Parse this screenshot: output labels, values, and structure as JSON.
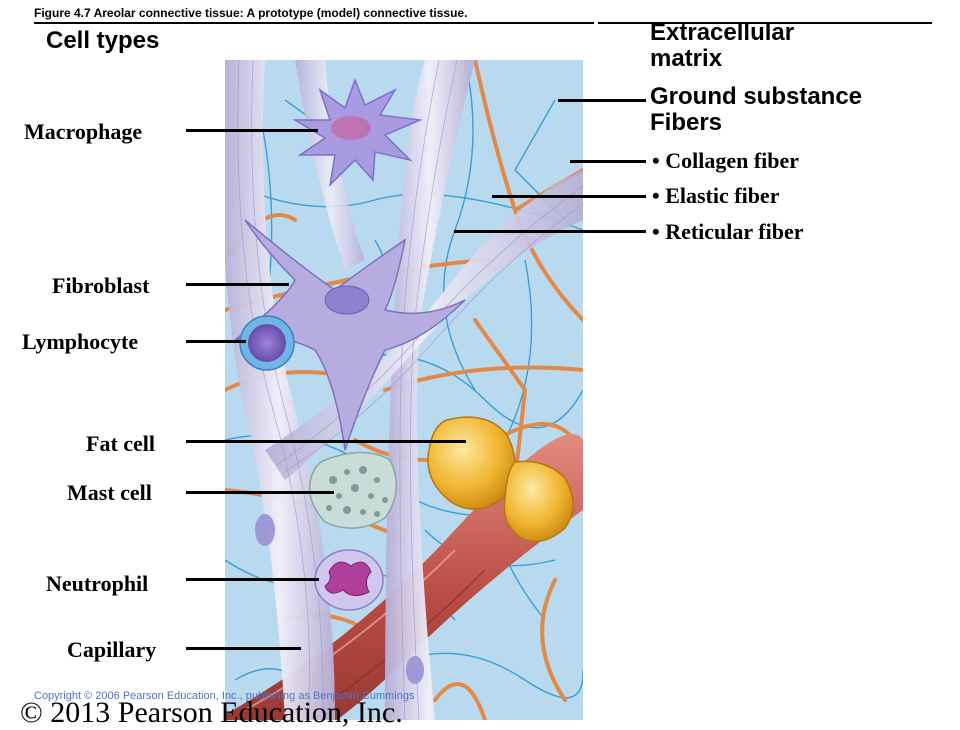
{
  "figure_title": "Figure 4.7  Areolar connective tissue: A prototype (model) connective tissue.",
  "left_heading": "Cell types",
  "right_heading_line1": "Extracellular",
  "right_heading_line2": "matrix",
  "right_subheading_ground": "Ground substance",
  "right_subheading_fibers": "Fibers",
  "cell_labels": {
    "macrophage": "Macrophage",
    "fibroblast": "Fibroblast",
    "lymphocyte": "Lymphocyte",
    "fat_cell": "Fat cell",
    "mast_cell": "Mast cell",
    "neutrophil": "Neutrophil",
    "capillary": "Capillary"
  },
  "fiber_labels": {
    "collagen": "• Collagen fiber",
    "elastic": "• Elastic fiber",
    "reticular": "• Reticular fiber"
  },
  "copyright_small": "Copyright © 2006 Pearson Education, Inc., publishing as Benjamin Cummings",
  "copyright_large": "© 2013 Pearson Education, Inc.",
  "colors": {
    "background_tissue": "#b9d9ee",
    "collagen": "#e0dcef",
    "elastic": "#e08a4a",
    "reticular": "#3a9fd6",
    "macrophage": "#a89be0",
    "fat_cell": "#f0b630",
    "capillary": "#c0574e",
    "mast_cell": "#c9dcd8",
    "neutrophil": "#cfc7ef",
    "lymphocyte": "#5a5fc0"
  }
}
